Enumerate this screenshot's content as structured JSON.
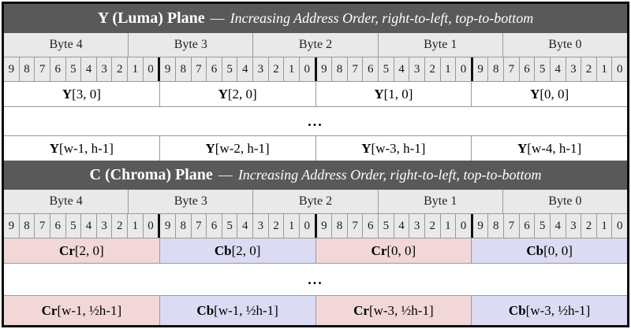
{
  "colors": {
    "plane_header_bg": "#595959",
    "plane_header_text": "#ffffff",
    "gray_row_bg": "#e9e9e9",
    "value_row_bg": "#ffffff",
    "cr_cell_bg": "#f2d7d9",
    "cb_cell_bg": "#dbdbf3",
    "thin_line": "#999999",
    "thick_line": "#111111"
  },
  "byte_labels": [
    "Byte 4",
    "Byte 3",
    "Byte 2",
    "Byte 1",
    "Byte 0"
  ],
  "bit_group_labels": [
    "9",
    "8",
    "7",
    "6",
    "5",
    "4",
    "3",
    "2",
    "1",
    "0"
  ],
  "bit_groups_per_row": 4,
  "ellipsis": "...",
  "planes": [
    {
      "id": "luma",
      "title": "Y (Luma) Plane",
      "dash": "—",
      "subtitle": "Increasing Address Order, right-to-left, top-to-bottom",
      "first_row": [
        {
          "bold": "Y",
          "rest": "[3, 0]",
          "tint": "none"
        },
        {
          "bold": "Y",
          "rest": "[2, 0]",
          "tint": "none"
        },
        {
          "bold": "Y",
          "rest": "[1, 0]",
          "tint": "none"
        },
        {
          "bold": "Y",
          "rest": "[0, 0]",
          "tint": "none"
        }
      ],
      "last_row": [
        {
          "bold": "Y",
          "rest": "[w-1, h-1]",
          "tint": "none"
        },
        {
          "bold": "Y",
          "rest": "[w-2, h-1]",
          "tint": "none"
        },
        {
          "bold": "Y",
          "rest": "[w-3, h-1]",
          "tint": "none"
        },
        {
          "bold": "Y",
          "rest": "[w-4, h-1]",
          "tint": "none"
        }
      ]
    },
    {
      "id": "chroma",
      "title": "C (Chroma) Plane",
      "dash": "—",
      "subtitle": "Increasing Address Order, right-to-left, top-to-bottom",
      "first_row": [
        {
          "bold": "Cr",
          "rest": "[2, 0]",
          "tint": "cr"
        },
        {
          "bold": "Cb",
          "rest": "[2, 0]",
          "tint": "cb"
        },
        {
          "bold": "Cr",
          "rest": "[0, 0]",
          "tint": "cr"
        },
        {
          "bold": "Cb",
          "rest": "[0, 0]",
          "tint": "cb"
        }
      ],
      "last_row": [
        {
          "bold": "Cr",
          "rest": "[w-1, ½h-1]",
          "tint": "cr"
        },
        {
          "bold": "Cb",
          "rest": "[w-1, ½h-1]",
          "tint": "cb"
        },
        {
          "bold": "Cr",
          "rest": "[w-3, ½h-1]",
          "tint": "cr"
        },
        {
          "bold": "Cb",
          "rest": "[w-3, ½h-1]",
          "tint": "cb"
        }
      ]
    }
  ]
}
